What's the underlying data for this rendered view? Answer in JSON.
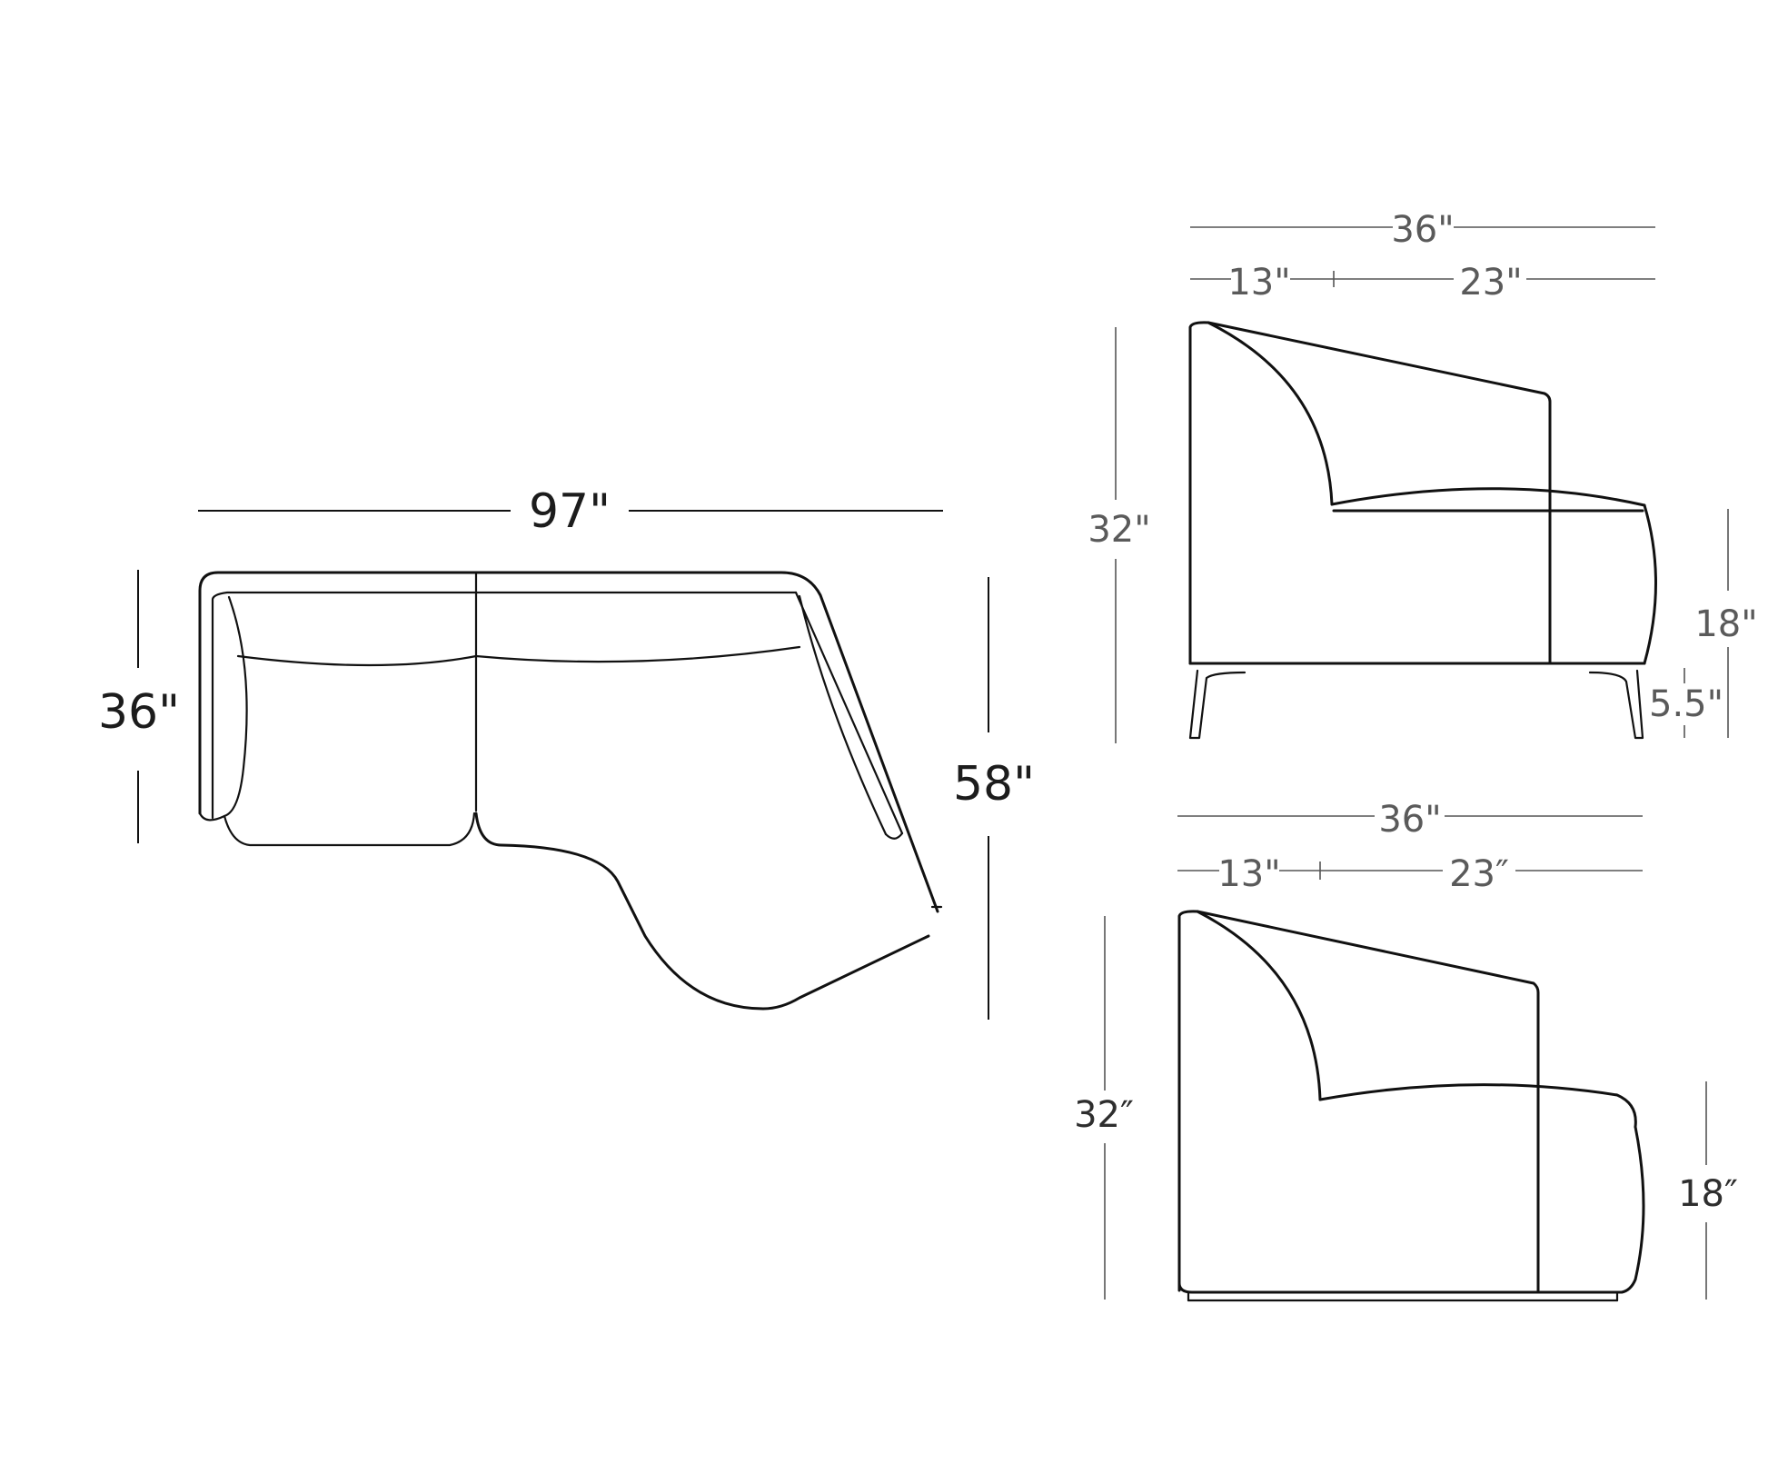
{
  "top_view": {
    "width_label": "97\"",
    "depth_label": "36\"",
    "chaise_depth_label": "58\""
  },
  "side_view_legs": {
    "total_depth_label": "36\"",
    "arm_depth_label": "13\"",
    "seat_depth_label": "23\"",
    "height_label": "32\"",
    "seat_height_label": "18\"",
    "leg_height_label": "5.5\""
  },
  "side_view_base": {
    "total_depth_label": "36\"",
    "arm_depth_label": "13\"",
    "seat_depth_label": "23″",
    "height_label": "32″",
    "seat_height_label": "18″"
  }
}
